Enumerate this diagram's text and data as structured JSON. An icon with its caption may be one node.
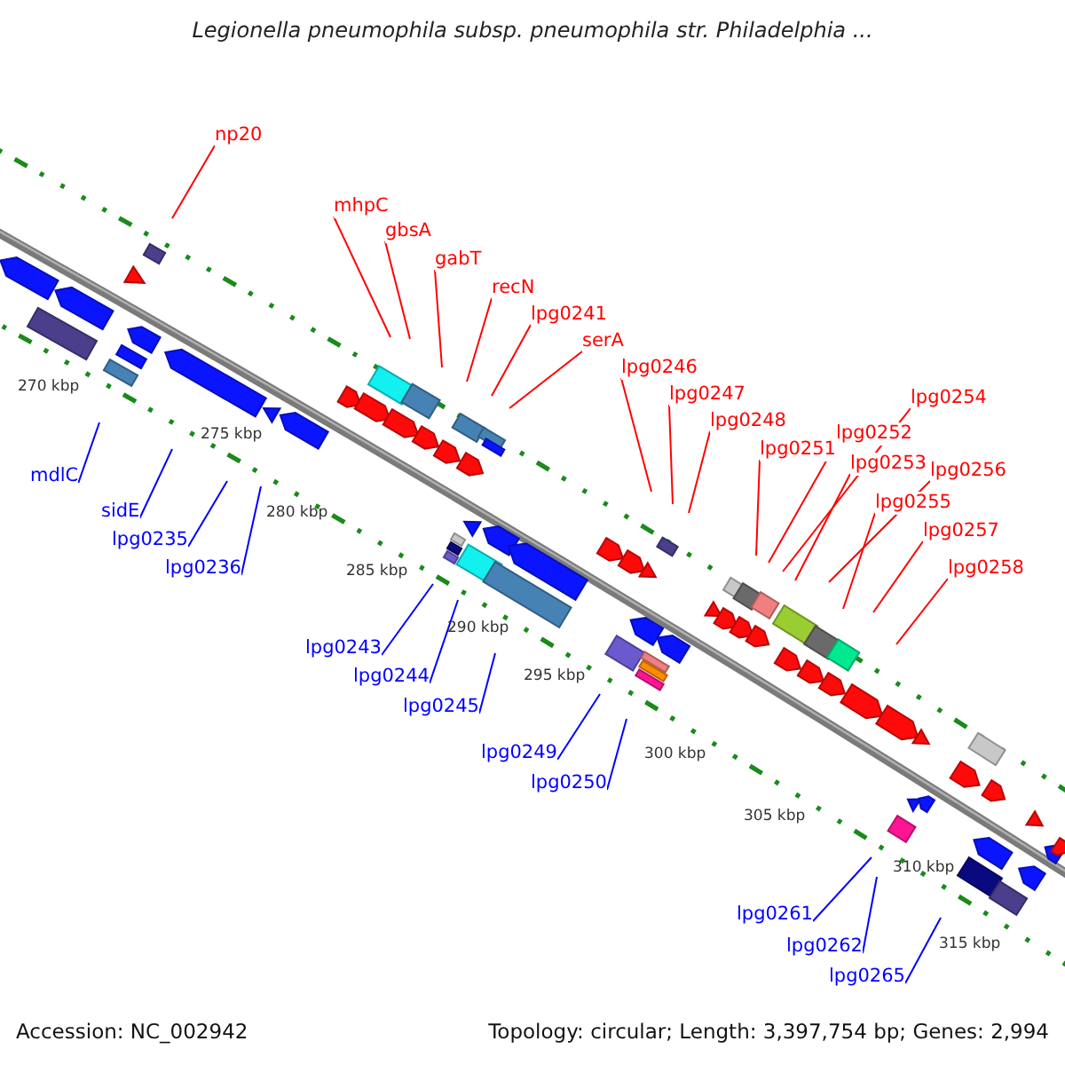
{
  "diagram": {
    "title": "Legionella pneumophila subsp. pneumophila str. Philadelphia ...",
    "nodes": [
      {
        "text": [
          "np20"
        ]
      },
      {
        "text": [
          "mhpC"
        ]
      },
      {
        "text": [
          "gbsA"
        ]
      },
      {
        "text": [
          "gabT"
        ]
      },
      {
        "text": [
          "recN"
        ]
      },
      {
        "text": [
          "lpg0241"
        ]
      },
      {
        "text": [
          "serA"
        ]
      },
      {
        "text": [
          "lpg0246"
        ]
      },
      {
        "text": [
          "lpg0247"
        ]
      },
      {
        "text": [
          "lpg0248"
        ]
      },
      {
        "text": [
          "lpg0251"
        ]
      },
      {
        "text": [
          "lpg0252"
        ]
      },
      {
        "text": [
          "lpg0254"
        ]
      },
      {
        "text": [
          "lpg0253"
        ]
      },
      {
        "text": [
          "lpg0256"
        ]
      },
      {
        "text": [
          "lpg0255"
        ]
      },
      {
        "text": [
          "lpg0257"
        ]
      },
      {
        "text": [
          "lpg0258"
        ]
      },
      {
        "text": [
          "mdlC"
        ]
      },
      {
        "text": [
          "sidE"
        ]
      },
      {
        "text": [
          "lpg0235"
        ]
      },
      {
        "text": [
          "lpg0236"
        ]
      },
      {
        "text": [
          "lpg0243"
        ]
      },
      {
        "text": [
          "lpg0244"
        ]
      },
      {
        "text": [
          "lpg0245"
        ]
      },
      {
        "text": [
          "lpg0249"
        ]
      },
      {
        "text": [
          "lpg0250"
        ]
      },
      {
        "text": [
          "lpg0261"
        ]
      },
      {
        "text": [
          "lpg0262"
        ]
      },
      {
        "text": [
          "lpg0265"
        ]
      }
    ],
    "edges": [
      {
        "from": 0,
        "to": null,
        "arrow": "none"
      },
      {
        "from": 1,
        "to": null,
        "arrow": "none"
      },
      {
        "from": 2,
        "to": null,
        "arrow": "none"
      },
      {
        "from": 3,
        "to": null,
        "arrow": "none"
      },
      {
        "from": 4,
        "to": null,
        "arrow": "none"
      },
      {
        "from": 5,
        "to": null,
        "arrow": "none"
      },
      {
        "from": 6,
        "to": null,
        "arrow": "none"
      },
      {
        "from": 7,
        "to": null,
        "arrow": "none"
      },
      {
        "from": 8,
        "to": null,
        "arrow": "none"
      },
      {
        "from": 9,
        "to": null,
        "arrow": "none"
      },
      {
        "from": 10,
        "to": null,
        "arrow": "none"
      },
      {
        "from": 11,
        "to": null,
        "arrow": "none"
      },
      {
        "from": 12,
        "to": null,
        "arrow": "none"
      },
      {
        "from": 13,
        "to": null,
        "arrow": "none"
      },
      {
        "from": 14,
        "to": null,
        "arrow": "none"
      },
      {
        "from": 15,
        "to": null,
        "arrow": "none"
      },
      {
        "from": 16,
        "to": null,
        "arrow": "none"
      },
      {
        "from": 17,
        "to": null,
        "arrow": "none"
      },
      {
        "from": 18,
        "to": null,
        "arrow": "none",
        "color": "#0000ff"
      },
      {
        "from": 19,
        "to": null,
        "arrow": "none",
        "color": "#0000ff"
      },
      {
        "from": 20,
        "to": null,
        "arrow": "none",
        "color": "#0000ff"
      },
      {
        "from": 21,
        "to": null,
        "arrow": "none",
        "color": "#0000ff"
      },
      {
        "from": 22,
        "to": null,
        "arrow": "none",
        "color": "#0000ff"
      },
      {
        "from": 23,
        "to": null,
        "arrow": "none",
        "color": "#0000ff"
      },
      {
        "from": 24,
        "to": null,
        "arrow": "none",
        "color": "#0000ff"
      },
      {
        "from": 25,
        "to": null,
        "arrow": "none",
        "color": "#0000ff"
      },
      {
        "from": 26,
        "to": null,
        "arrow": "none",
        "color": "#0000ff"
      },
      {
        "from": 27,
        "to": null,
        "arrow": "none",
        "color": "#0000ff"
      },
      {
        "from": 28,
        "to": null,
        "arrow": "none",
        "color": "#0000ff"
      },
      {
        "from": 29,
        "to": null,
        "arrow": "none",
        "color": "#0000ff"
      }
    ],
    "labels": [
      "270 kbp",
      "275 kbp",
      "280 kbp",
      "285 kbp",
      "290 kbp",
      "295 kbp",
      "300 kbp",
      "305 kbp",
      "310 kbp",
      "315 kbp",
      "Accession: NC_002942",
      "Topology: circular; Length: 3,397,754 bp; Genes: 2,994"
    ]
  }
}
